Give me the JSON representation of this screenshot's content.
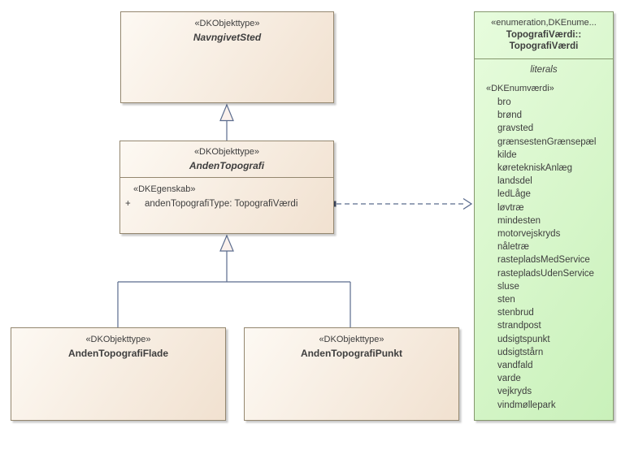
{
  "colors": {
    "class-fill-top": "#fdf9f3",
    "class-fill-bottom": "#f1e1d0",
    "class-border": "#94876f",
    "enum-fill-top": "#e7fcdd",
    "enum-fill-bottom": "#c9f1ba",
    "enum-border": "#85976d",
    "connector": "#5b6c8e",
    "triangle-fill": "#fbf1ec",
    "text": "#3e3e3e",
    "canvas-bg": "#ffffff"
  },
  "classes": {
    "navngivet_sted": {
      "stereotype": "«DKObjekttype»",
      "name": "NavngivetSted"
    },
    "anden_topografi": {
      "stereotype": "«DKObjekttype»",
      "name": "AndenTopografi",
      "attribute_stereotype": "«DKEgenskab»",
      "attribute_visibility": "+",
      "attribute": "andenTopografiType: TopografiVærdi"
    },
    "anden_topografi_flade": {
      "stereotype": "«DKObjekttype»",
      "name": "AndenTopografiFlade"
    },
    "anden_topografi_punkt": {
      "stereotype": "«DKObjekttype»",
      "name": "AndenTopografiPunkt"
    }
  },
  "enumeration": {
    "stereotype": "«enumeration,DKEnume...",
    "scope": "TopografiVærdi::",
    "name": "TopografiVærdi",
    "compartment_label": "literals",
    "literals_stereotype": "«DKEnumværdi»",
    "literals": [
      "bro",
      "brønd",
      "gravsted",
      "grænsestenGrænsepæl",
      "kilde",
      "køretekniskAnlæg",
      "landsdel",
      "ledLåge",
      "løvtræ",
      "mindesten",
      "motorvejskryds",
      "nåletræ",
      "rastepladsMedService",
      "rastepladsUdenService",
      "sluse",
      "sten",
      "stenbrud",
      "strandpost",
      "udsigtspunkt",
      "udsigtstårn",
      "vandfald",
      "varde",
      "vejkryds",
      "vindmøllepark"
    ]
  }
}
